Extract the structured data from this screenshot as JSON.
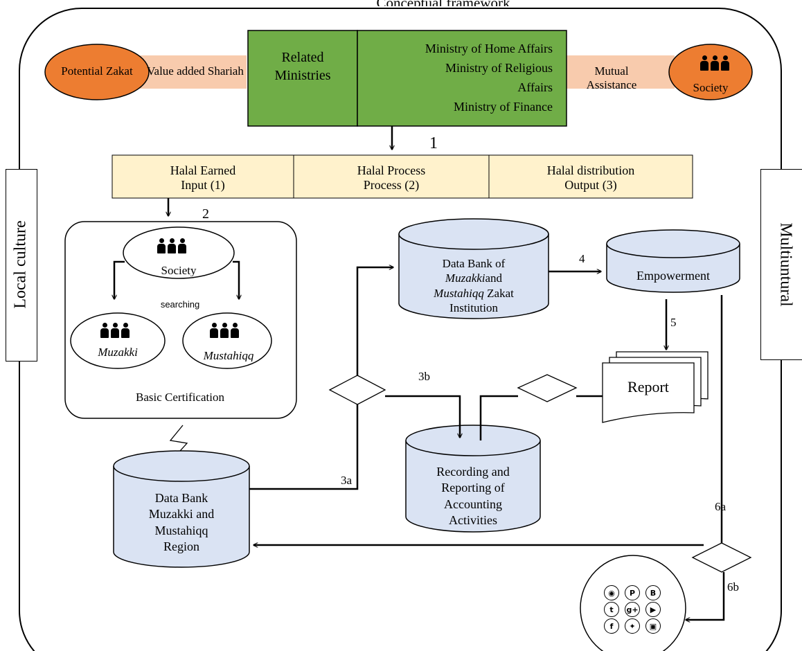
{
  "title": "Conceptual framework",
  "side_left": "Local culture",
  "side_right": "Multiuntural",
  "top_left_ellipse": "Potential Zakat",
  "top_left_band": "Value added Shariah",
  "related_ministries": "Related Ministries",
  "ministries": [
    "Ministry of Home Affairs",
    "Ministry of Religious",
    "Affairs",
    "Ministry of Finance"
  ],
  "top_right_band": "Mutual Assistance",
  "top_right_ellipse": "Society",
  "halal_row": [
    {
      "line1": "Halal Earned",
      "line2": "Input (1)"
    },
    {
      "line1": "Halal Process",
      "line2": "Process (2)"
    },
    {
      "line1": "Halal distribution",
      "line2": "Output (3)"
    }
  ],
  "steps": {
    "s1": "1",
    "s2": "2",
    "s3a": "3a",
    "s3b": "3b",
    "s4": "4",
    "s5": "5",
    "s6a": "6a",
    "s6b": "6b"
  },
  "left_box": {
    "society": "Society",
    "searching": "searching",
    "muzakki": "Muzakki",
    "mustahiqq": "Mustahiqq",
    "caption": "Basic Certification"
  },
  "data_bank_top": {
    "line1": "Data Bank  of",
    "line2_it": "Muzakki",
    "line2_rest": "and",
    "line3_it": "Mustahiqq",
    "line3_rest": " Zakat",
    "line4": "Institution"
  },
  "empowerment": "Empowerment",
  "report": "Report",
  "recording": [
    "Recording and",
    "Reporting of",
    "Accounting",
    "Activities"
  ],
  "data_bank_region": [
    "Data Bank",
    "Muzakki and",
    "Mustahiqq",
    "Region"
  ],
  "social_icons": [
    "rss-icon",
    "pinterest-icon",
    "blogger-icon",
    "tumblr-icon",
    "googleplus-icon",
    "youtube-icon",
    "facebook-icon",
    "twitter-icon",
    "instagram-icon"
  ],
  "colors": {
    "orange": "#ed7d31",
    "peach": "#f8cbad",
    "green": "#70ad47",
    "cream": "#fff2cc",
    "lightblue": "#dae3f3"
  }
}
